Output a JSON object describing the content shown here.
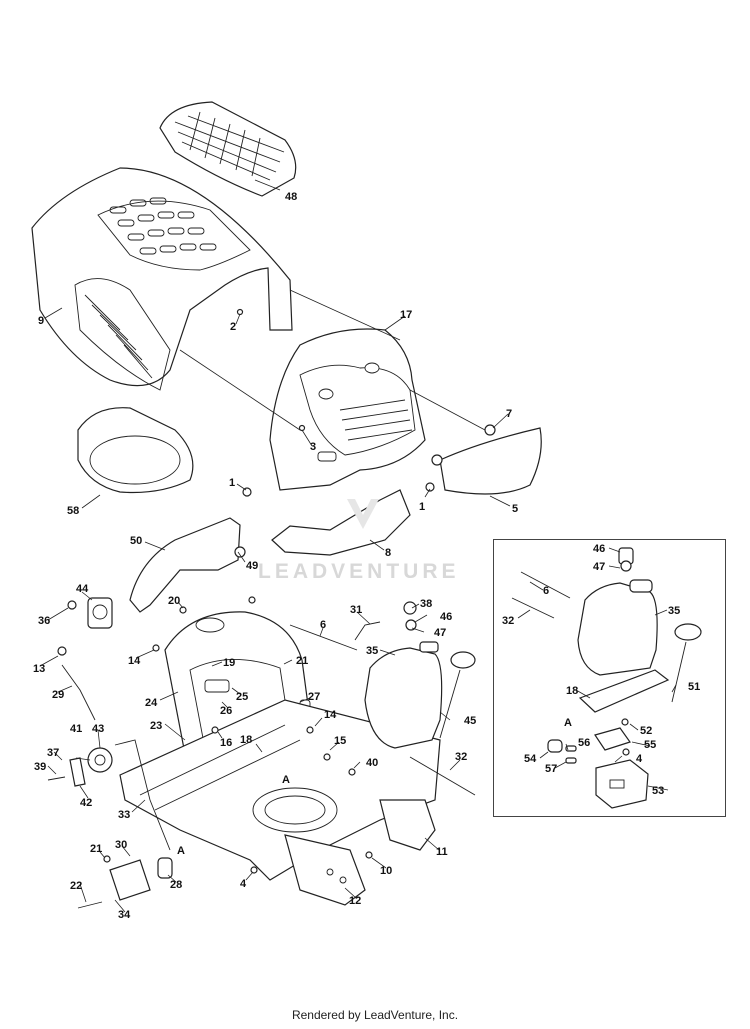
{
  "footer": "Rendered by LeadVenture, Inc.",
  "watermark": "LEADVENTURE",
  "labels": {
    "p48": "48",
    "p9": "9",
    "p2": "2",
    "p17": "17",
    "p7": "7",
    "p3": "3",
    "p1a": "1",
    "p1b": "1",
    "p5": "5",
    "p58": "58",
    "p8": "8",
    "p50": "50",
    "p49": "49",
    "p44": "44",
    "p36": "36",
    "p20": "20",
    "p6a": "6",
    "p31": "31",
    "p38": "38",
    "p46a": "46",
    "p47a": "47",
    "p35a": "35",
    "p45": "45",
    "p13": "13",
    "p14a": "14",
    "p19": "19",
    "p21a": "21",
    "p29": "29",
    "p24": "24",
    "p25": "25",
    "p26": "26",
    "p27": "27",
    "p14b": "14",
    "p23": "23",
    "p16": "16",
    "p18a": "18",
    "p15": "15",
    "p40": "40",
    "pAa": "A",
    "p41": "41",
    "p43": "43",
    "p37": "37",
    "p39": "39",
    "p42": "42",
    "p33": "33",
    "p32a": "32",
    "p11": "11",
    "p21b": "21",
    "p30": "30",
    "pAb": "A",
    "p28": "28",
    "p22": "22",
    "p34": "34",
    "p4a": "4",
    "p10": "10",
    "p12": "12",
    "p46b": "46",
    "p47b": "47",
    "p6b": "6",
    "p35b": "35",
    "p32b": "32",
    "p18b": "18",
    "p51": "51",
    "pAc": "A",
    "p52": "52",
    "p55": "55",
    "p54": "54",
    "p56": "56",
    "p4b": "4",
    "p57": "57",
    "p53": "53"
  }
}
